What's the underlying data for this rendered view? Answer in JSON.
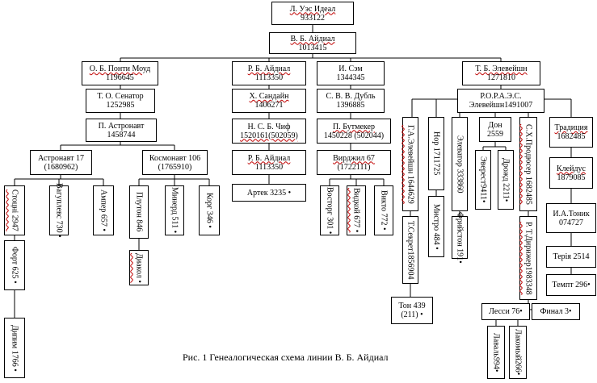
{
  "title": {
    "name": "Л. Уэс Идеал",
    "number": "933122"
  },
  "aidial": {
    "name": "В. Б. Айдиал",
    "number": "1013415"
  },
  "branch1": {
    "head": {
      "name": "О. Б. Понти Моуд",
      "number": "1196645"
    },
    "senator": {
      "name": "Т. О. Сенатор",
      "number": "1252985"
    },
    "astronaut": {
      "name": "П. Астронавт",
      "number": "1458744"
    },
    "astronaut17": {
      "name": "Астронавт 17",
      "number": "(1680962)"
    },
    "cosmonaut106": {
      "name": "Космонавт 106",
      "number": "(1765910)"
    },
    "leaves": [
      "Стоцнi 2947",
      "Вагуплевс 730 •",
      "Ампер 657 •",
      "Плутон 846",
      "Минерд 511 •",
      "Корг 346 •"
    ],
    "sub_stotsn": [
      "Форт 625 •",
      "Дипим 1766 •"
    ],
    "sub_pluton": "Диакол •"
  },
  "branch2": {
    "head": {
      "name": "Р. Б. Айдиал",
      "number": "1113350"
    },
    "sandain": {
      "name": "Х. Сандайн",
      "number": "1406271"
    },
    "chif": {
      "name": "Н. С. Б. Чиф",
      "number": "1520161(502059)"
    },
    "aidial2": {
      "name": "Р. Б. Айдиал",
      "number": "1113350"
    },
    "artek": "Артек   3235 •"
  },
  "branch3": {
    "head": {
      "name": "И. Сэм",
      "number": "1344345"
    },
    "dubl": {
      "name": "С. В. В. Дубль",
      "number": "1396885"
    },
    "butmeker": {
      "name": "П. Бутмекер",
      "number": "1450228 (502044)"
    },
    "virgil": {
      "name": "Вирджил 67",
      "number": "(1722111)"
    },
    "leaves": [
      "Восторг 301 •",
      "Видкой 677 •",
      "Викто 772 •"
    ]
  },
  "branch4": {
    "head": {
      "name": "Т. Б. Элевейшн",
      "number": "1271810"
    },
    "rora": {
      "name": "Р.О.Р.А.Э.С.",
      "number": "Элевейшн1491007"
    },
    "col1": "Г.А.Элевейшн 1644629",
    "col1b": "Т.Секрет1856904",
    "ton": {
      "name": "Тон 439",
      "number": "(211) •"
    },
    "col2": "Нор 1711725",
    "col2b": "Мистро 484 •",
    "col3": "Элеватор 333860",
    "col3b": "Фрийстон 191•",
    "don": {
      "name": "Дон",
      "number": "2559"
    },
    "don_leaves": [
      "Эверест9411•",
      "Дрожд 2211•"
    ],
    "col5": "С.Х.Продюсер 1682485",
    "col5b": "Р. Т.Дирижер1983348",
    "lessi": "Лесси 76•",
    "final": "Финал 3•",
    "lessi_leaves": [
      "Лаваль994•",
      "Лакомый266•"
    ],
    "col6": [
      "Традиция",
      "1682485"
    ],
    "kleidus": {
      "name": "Клейдус",
      "number": "1879085"
    },
    "tonik": {
      "name": "И.А.Тоник",
      "number": "074727"
    },
    "teria": "Терія 2514",
    "tempt": "Темпт 296•"
  },
  "caption": "Рис. 1 Генеалогическая схема линии В. Б. Айдиал"
}
